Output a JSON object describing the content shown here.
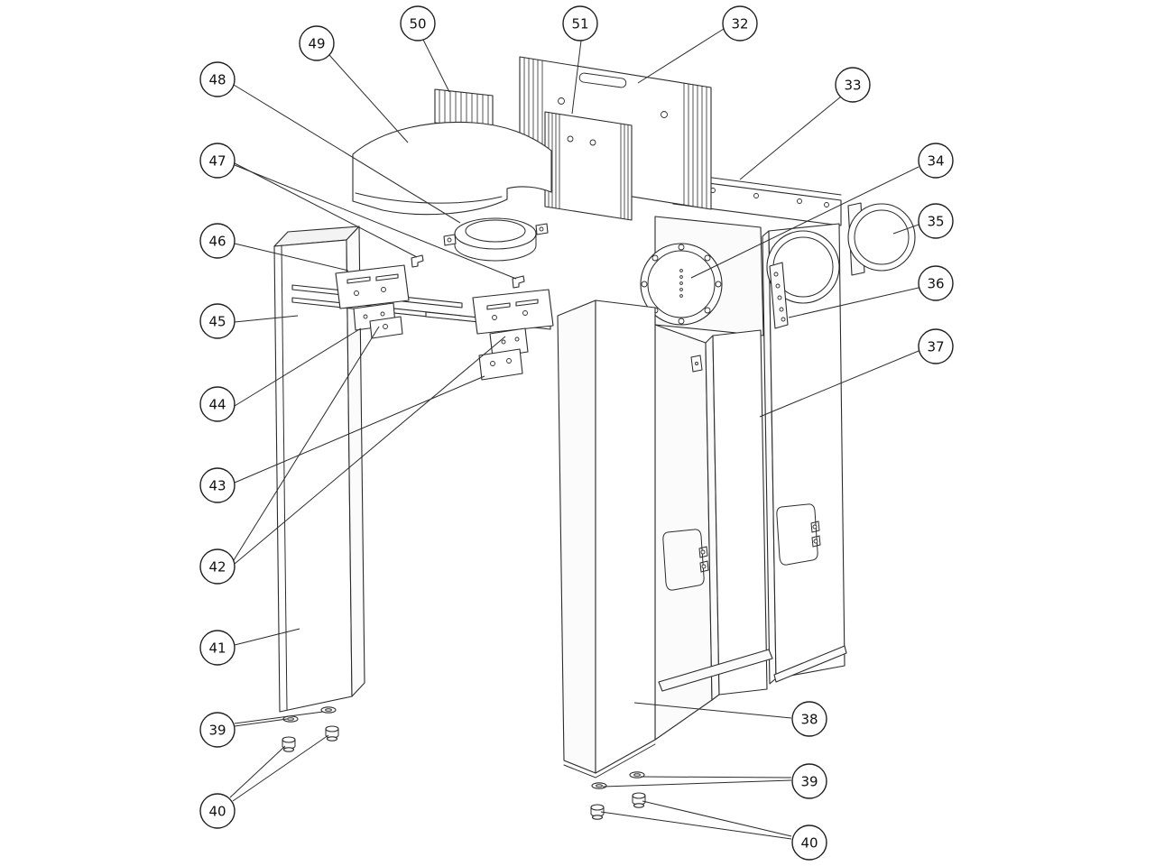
{
  "figure": {
    "background_color": "#ffffff",
    "line_color": "#2b2b2b"
  },
  "callouts": {
    "c32": "32",
    "c33": "33",
    "c34": "34",
    "c35": "35",
    "c36": "36",
    "c37": "37",
    "c38": "38",
    "c39a": "39",
    "c39b": "39",
    "c40a": "40",
    "c40b": "40",
    "c41": "41",
    "c42": "42",
    "c43": "43",
    "c44": "44",
    "c45": "45",
    "c46": "46",
    "c47": "47",
    "c48": "48",
    "c49": "49",
    "c50": "50",
    "c51": "51"
  }
}
